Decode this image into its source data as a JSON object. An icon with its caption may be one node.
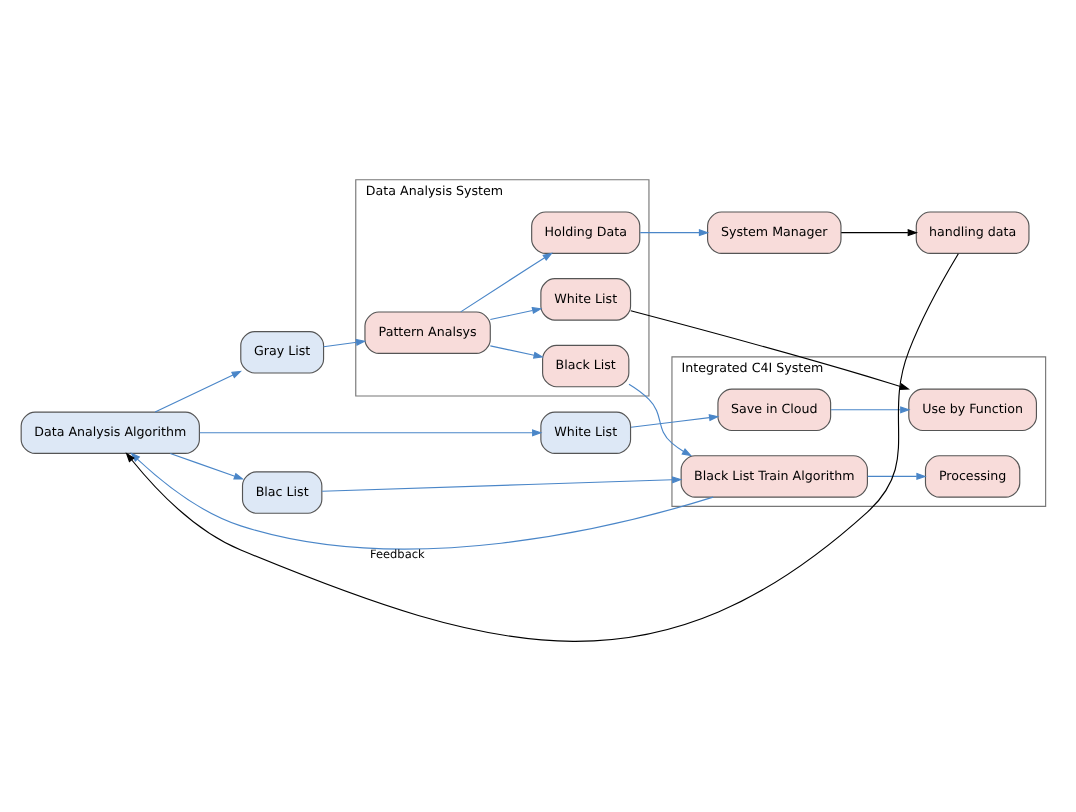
{
  "diagram": {
    "nodes": [
      {
        "text": [
          "Data Analysis Algorithm"
        ]
      },
      {
        "text": [
          "Gray List"
        ]
      },
      {
        "text": [
          "White List"
        ]
      },
      {
        "text": [
          "Blac List"
        ]
      },
      {
        "text": [
          "Data Analysis System"
        ]
      },
      {
        "text": [
          "Pattern Analsys"
        ],
        "in": 4
      },
      {
        "text": [
          "Holding Data"
        ],
        "in": 4
      },
      {
        "text": [
          "White List"
        ],
        "in": 4
      },
      {
        "text": [
          "Black List"
        ],
        "in": 4
      },
      {
        "text": [
          "System Manager"
        ]
      },
      {
        "text": [
          "Integrated C4I System"
        ]
      },
      {
        "text": [
          "Save in Cloud"
        ],
        "in": 10
      },
      {
        "text": [
          "Use by Function"
        ],
        "in": 10
      },
      {
        "text": [
          "Black List Train Algorithm"
        ],
        "in": 10
      },
      {
        "text": [
          "Processing"
        ],
        "in": 10
      },
      {
        "text": [
          "handling data"
        ]
      }
    ],
    "edges": [
      {
        "from": 0,
        "to": 1,
        "arrow": "to"
      },
      {
        "from": 0,
        "to": 2,
        "arrow": "to"
      },
      {
        "from": 0,
        "to": 3,
        "arrow": "to"
      },
      {
        "from": 1,
        "to": 5,
        "arrow": "to"
      },
      {
        "from": 5,
        "to": 6,
        "arrow": "to"
      },
      {
        "from": 5,
        "to": 7,
        "arrow": "to"
      },
      {
        "from": 5,
        "to": 8,
        "arrow": "to"
      },
      {
        "from": 6,
        "to": 9,
        "arrow": "to"
      },
      {
        "from": 7,
        "to": 12,
        "arrow": "to",
        "color": "#000000"
      },
      {
        "from": 8,
        "to": 13,
        "arrow": "to"
      },
      {
        "from": 2,
        "to": 11,
        "arrow": "to"
      },
      {
        "from": 11,
        "to": 12,
        "arrow": "to"
      },
      {
        "from": 3,
        "to": 13,
        "arrow": "to"
      },
      {
        "from": 13,
        "to": 14,
        "arrow": "to"
      },
      {
        "from": 13,
        "to": 0,
        "label": "Feedback",
        "arrow": "to"
      },
      {
        "from": 9,
        "to": 15,
        "arrow": "to",
        "color": "#000000"
      },
      {
        "from": 15,
        "to": 0,
        "arrow": "to",
        "color": "#000000"
      }
    ]
  }
}
